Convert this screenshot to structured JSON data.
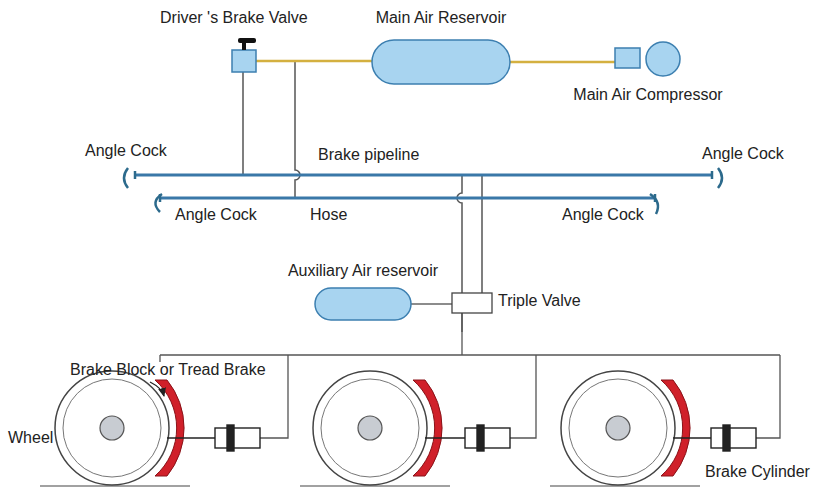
{
  "diagram": {
    "nodes": [
      {
        "text": [
          "Driver 's Brake Valve"
        ]
      },
      {
        "text": [
          "Main Air Reservoir"
        ]
      },
      {
        "text": [
          "Main Air Compressor"
        ]
      },
      {
        "text": [
          "Auxiliary Air reservoir"
        ]
      },
      {
        "text": [
          "Triple Valve"
        ]
      }
    ],
    "edges": [
      {
        "from": 0,
        "to": 1,
        "arrow": "none"
      },
      {
        "from": 1,
        "to": 2,
        "arrow": "none"
      },
      {
        "from": 3,
        "to": 4,
        "arrow": "none"
      }
    ],
    "labels": [
      "Brake pipeline",
      "Angle Cock",
      "Angle Cock",
      "Angle Cock",
      "Hose",
      "Angle Cock",
      "Brake Block or Tread Brake",
      "Wheel",
      "Brake Cylinder"
    ]
  }
}
